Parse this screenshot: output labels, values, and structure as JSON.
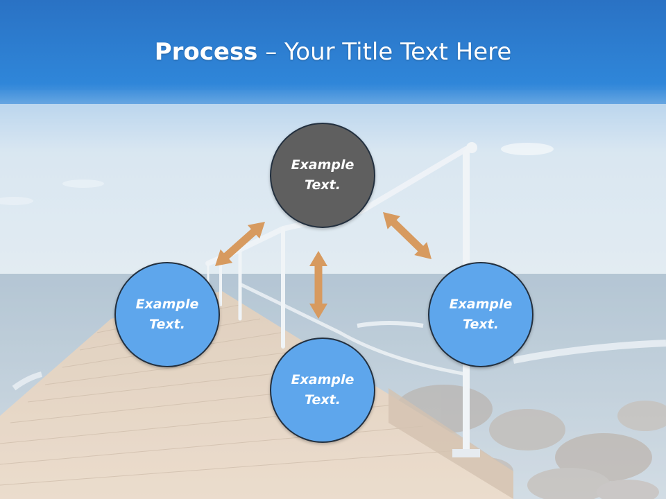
{
  "title": {
    "bold": "Process",
    "rest": " – Your Title Text Here"
  },
  "colors": {
    "title_bar": "#2f86d9",
    "center_node": "#5f5f5f",
    "outer_node": "#5ea6ec",
    "node_border": "#23303f",
    "arrow": "#d79a5f"
  },
  "nodes": {
    "top": {
      "label": "Example\nText."
    },
    "left": {
      "label": "Example\nText."
    },
    "bottom": {
      "label": "Example\nText."
    },
    "right": {
      "label": "Example\nText."
    }
  },
  "arrows": [
    {
      "from": "top",
      "to": "left",
      "style": "double-headed"
    },
    {
      "from": "top",
      "to": "right",
      "style": "double-headed"
    },
    {
      "from": "top",
      "to": "bottom",
      "style": "double-headed"
    }
  ]
}
